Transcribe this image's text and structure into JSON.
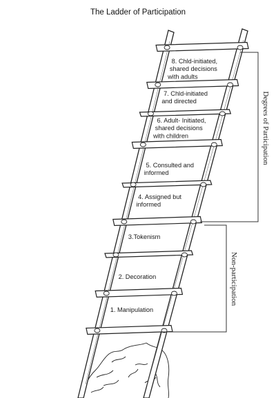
{
  "title": "The Ladder of Participation",
  "rungs": [
    {
      "lines": [
        "8. Chld-initiated,",
        "shared decisions",
        "with adults"
      ]
    },
    {
      "lines": [
        "7. Chld-initiated",
        "and directed"
      ]
    },
    {
      "lines": [
        "6. Adult- Initiated,",
        "shared decisions",
        "with children"
      ]
    },
    {
      "lines": [
        "5. Consulted and",
        "informed"
      ]
    },
    {
      "lines": [
        "4. Assigned but",
        "informed"
      ]
    },
    {
      "lines": [
        "3.Tokenism"
      ]
    },
    {
      "lines": [
        "2. Decoration"
      ]
    },
    {
      "lines": [
        "1. Manipulation"
      ]
    }
  ],
  "brackets": {
    "upper": "Degrees of Participation",
    "lower": "Non-participation"
  }
}
